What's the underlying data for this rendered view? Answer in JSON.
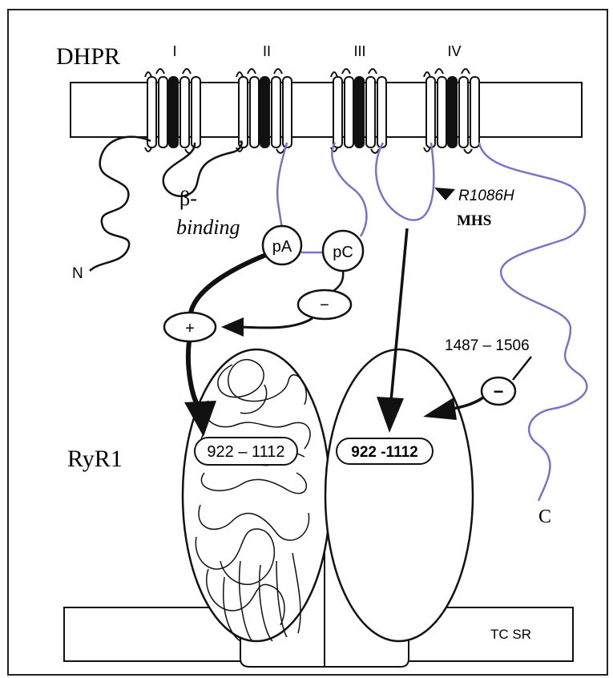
{
  "labels": {
    "dhpr": "DHPR",
    "domain_I": "I",
    "domain_II": "II",
    "domain_III": "III",
    "domain_IV": "IV",
    "beta_prefix": "β-",
    "beta_binding": "binding",
    "n_terminus": "N",
    "c_terminus": "C",
    "pA": "pA",
    "pC": "pC",
    "minus_pc": "−",
    "plus_pa": "+",
    "mutation": "R1086H",
    "mhs": "MHS",
    "region_1487": "1487 – 1506",
    "minus_1487": "−",
    "ryr1": "RyR1",
    "region_left": "922 – 1112",
    "region_right": "922 -1112",
    "tc_sr": "TC SR"
  },
  "colors": {
    "ink": "#111111",
    "purple_loop": "#7b73c8",
    "background": "#ffffff"
  }
}
